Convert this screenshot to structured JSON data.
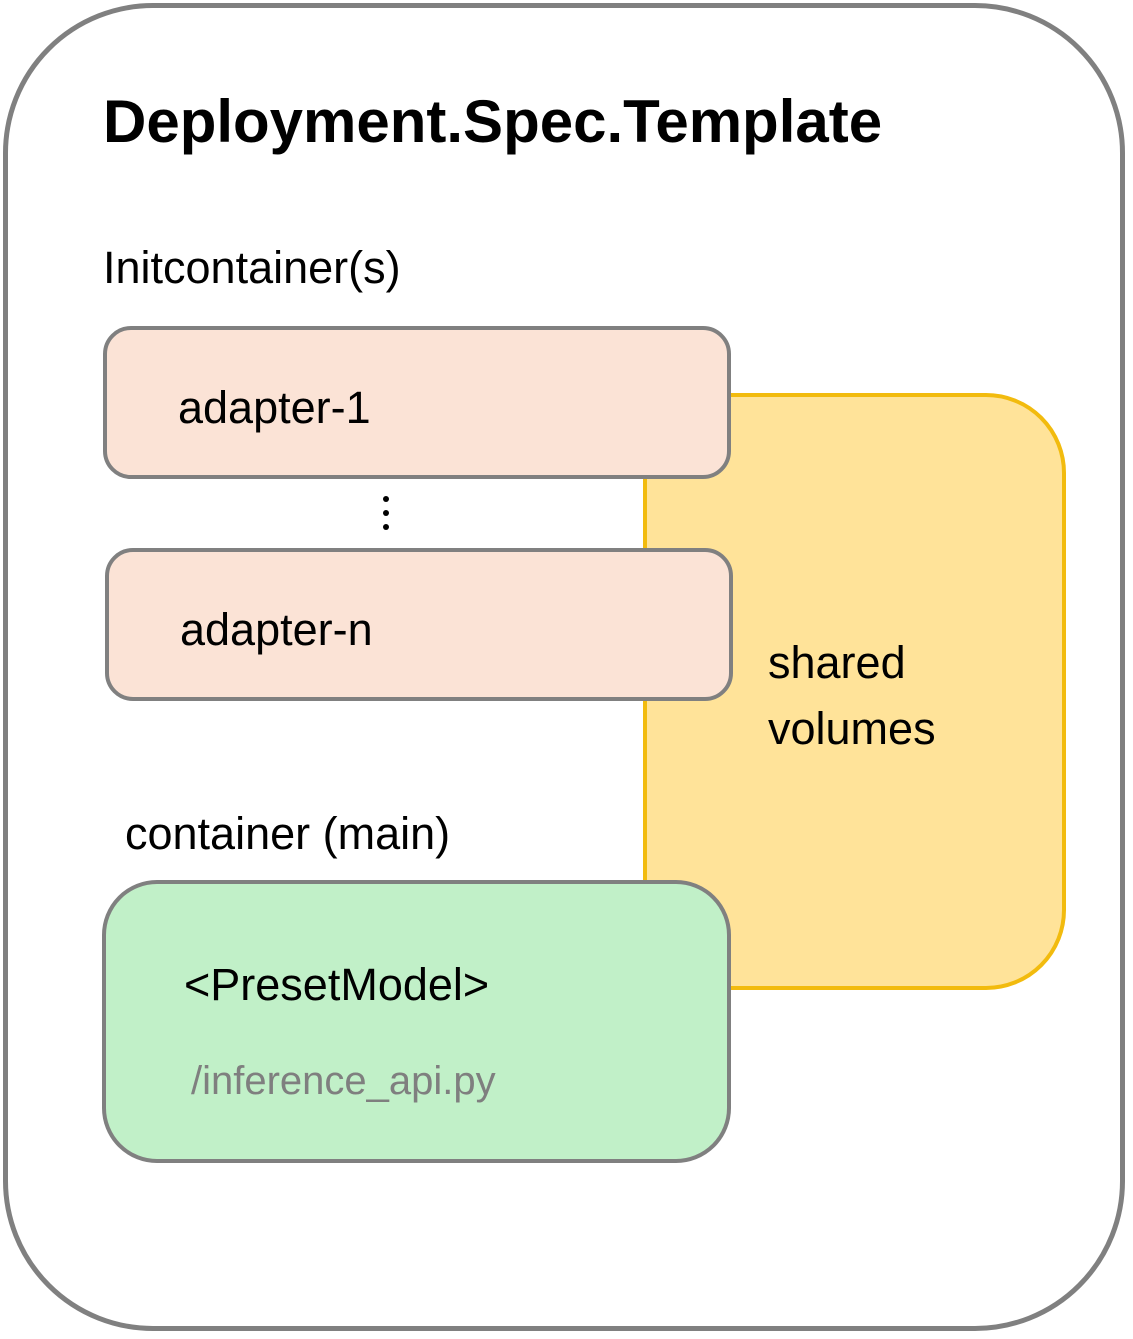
{
  "title": "Deployment.Spec.Template",
  "initcontainers": {
    "label": "Initcontainer(s)",
    "items": [
      "adapter-1",
      "adapter-n"
    ],
    "separator": "⋮"
  },
  "main_container": {
    "label": "container (main)",
    "model": "<PresetModel>",
    "file": "/inference_api.py"
  },
  "shared_volumes": {
    "line1": "shared",
    "line2": "volumes"
  },
  "colors": {
    "frame_border": "#808080",
    "adapter_fill": "#fbe3d6",
    "main_fill": "#c1f0c8",
    "volume_fill": "#ffe399",
    "volume_border": "#f2bb0e",
    "file_text": "#7f7f7f"
  }
}
